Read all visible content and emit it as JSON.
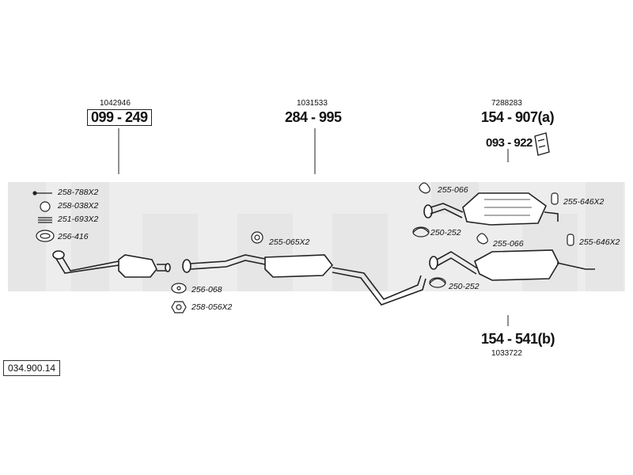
{
  "groups": {
    "front": {
      "ref": "1042946",
      "part": "099 - 249"
    },
    "middle": {
      "ref": "1031533",
      "part": "284 - 995"
    },
    "rear_a": {
      "ref": "7288283",
      "part": "154 - 907(a)",
      "sub_part": "093 - 922"
    },
    "rear_b": {
      "ref": "1033722",
      "part": "154 - 541(b)"
    }
  },
  "labels": {
    "l1": "258-788X2",
    "l2": "258-038X2",
    "l3": "251-693X2",
    "l4": "256-416",
    "l5": "255-065X2",
    "l6": "256-068",
    "l7": "258-056X2",
    "l8": "255-066",
    "l9": "255-646X2",
    "l10": "250-252",
    "l11": "255-066",
    "l12": "255-646X2",
    "l13": "250-252"
  },
  "diagram_code": "034.900.14",
  "colors": {
    "line": "#222222",
    "background_band": "#e6e6e6",
    "text": "#111111"
  }
}
